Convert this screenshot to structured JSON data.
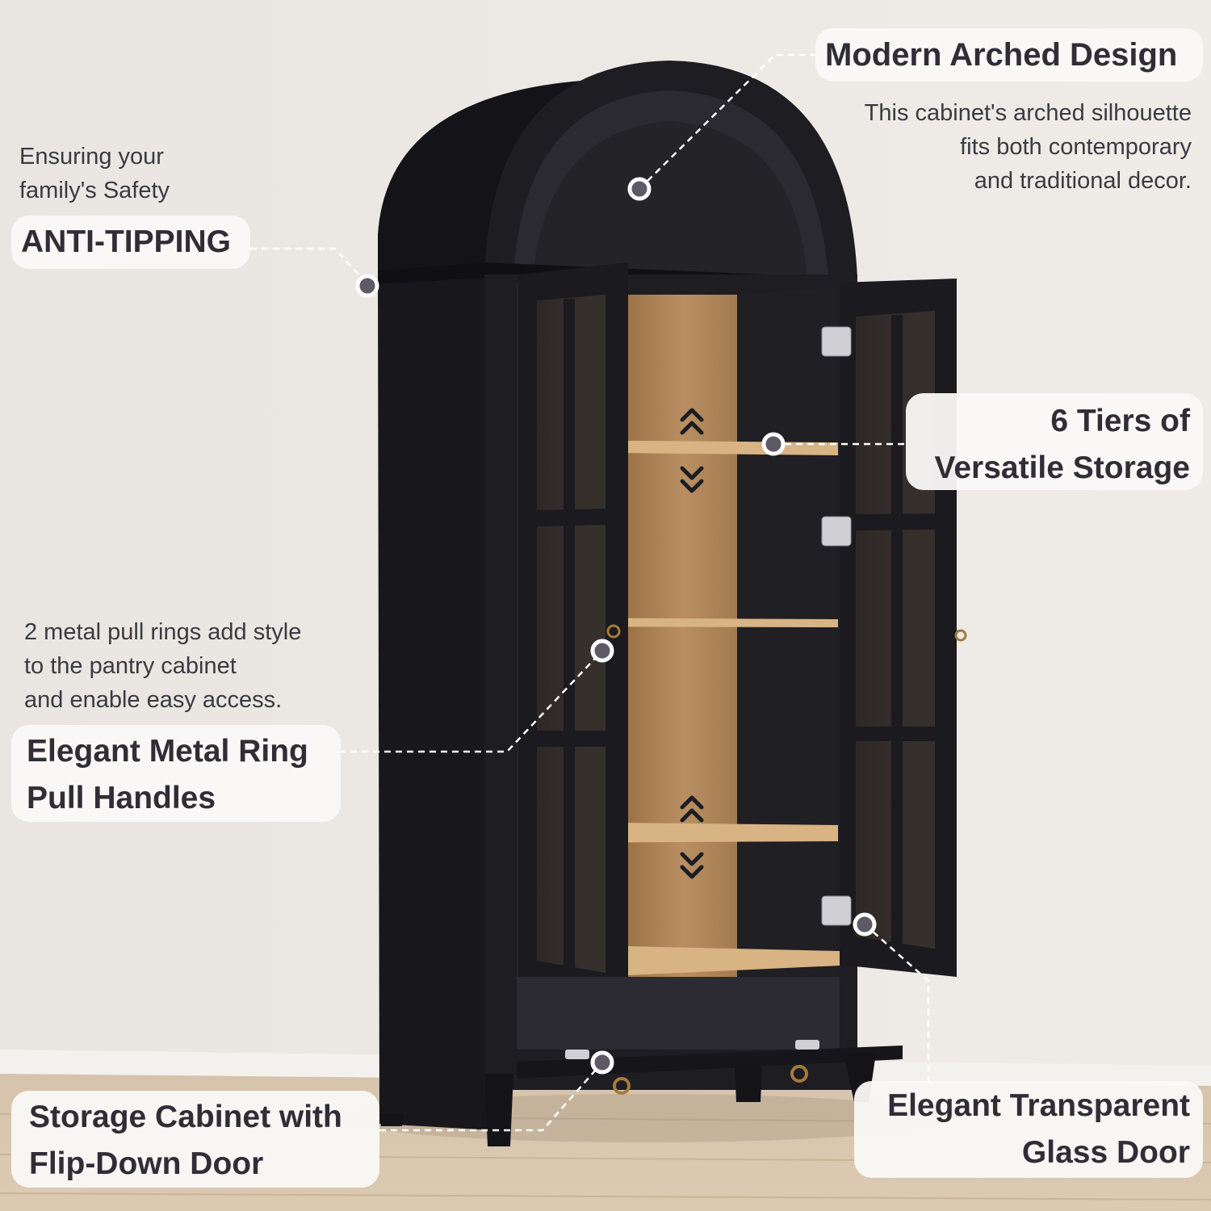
{
  "callouts": {
    "anti_tipping": {
      "intro": [
        "Ensuring your",
        "family's Safety"
      ],
      "title": "ANTI-TIPPING"
    },
    "arched_design": {
      "title": "Modern Arched Design",
      "desc": [
        "This cabinet's arched silhouette",
        "fits both contemporary",
        "and traditional decor."
      ]
    },
    "tiers": {
      "title": [
        "6 Tiers of",
        "Versatile Storage"
      ]
    },
    "ring_handles": {
      "intro": [
        "2 metal pull rings add style",
        "to the pantry cabinet",
        "and enable easy access."
      ],
      "title": [
        "Elegant Metal Ring",
        "Pull Handles"
      ]
    },
    "flip_down": {
      "title": [
        "Storage Cabinet with",
        "Flip-Down Door"
      ]
    },
    "glass_door": {
      "title": [
        "Elegant Transparent",
        "Glass Door"
      ]
    }
  },
  "colors": {
    "wall": "#ebe8e3",
    "floor": "#d9c8b2",
    "cabinet_black": "#1d1d22",
    "interior_wood": "#b48a5c",
    "shelf_wood": "#d8b384",
    "callout_text": "#2f2d36",
    "marker": "#5d5a66"
  }
}
